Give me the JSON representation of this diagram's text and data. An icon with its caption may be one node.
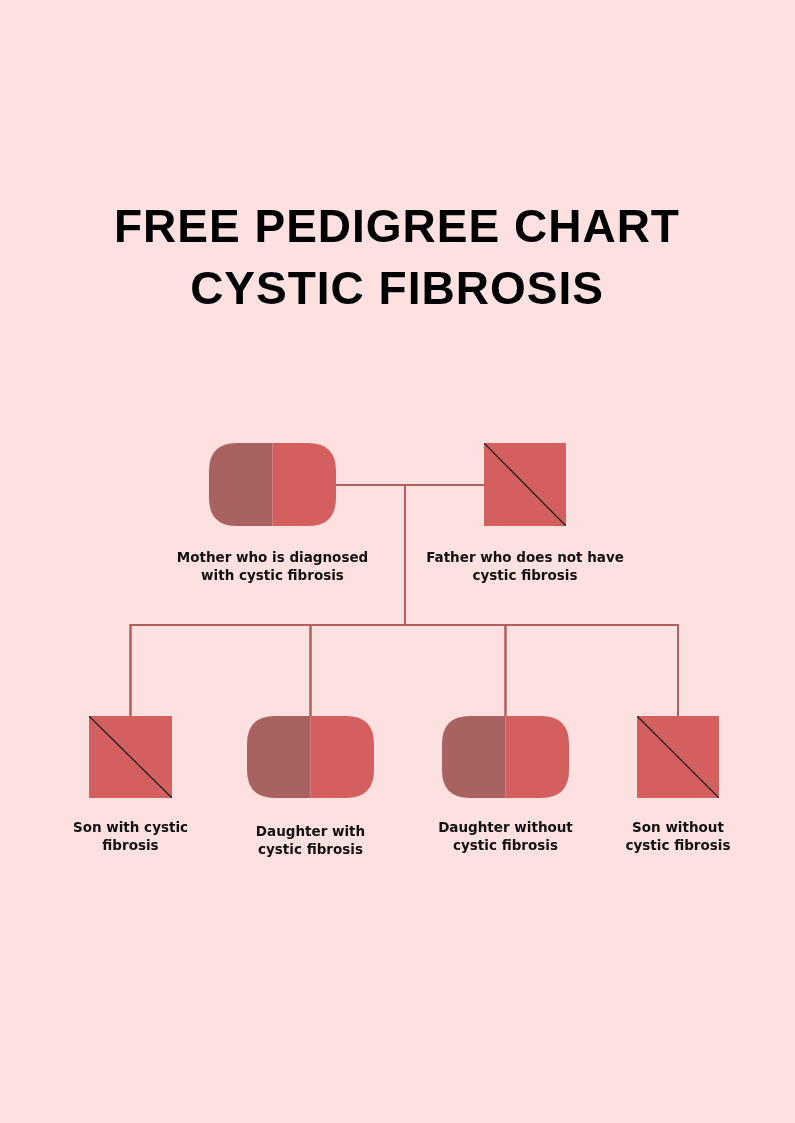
{
  "diagram": {
    "title": "FREE PEDIGREE CHART CYSTIC FIBROSIS",
    "nodes": [
      {
        "text": [
          "Mother who is diagnosed with cystic fibrosis"
        ]
      },
      {
        "text": [
          "Father who does not have cystic fibrosis"
        ]
      },
      {
        "text": [
          "Son with cystic fibrosis"
        ]
      },
      {
        "text": [
          "Daughter with cystic fibrosis"
        ]
      },
      {
        "text": [
          "Daughter without cystic fibrosis"
        ]
      },
      {
        "text": [
          "Son without cystic fibrosis"
        ]
      }
    ],
    "edges": [
      {
        "from": 0,
        "to": 1,
        "arrow": "none"
      },
      {
        "from": 0,
        "to": 2,
        "arrow": "none"
      },
      {
        "from": 0,
        "to": 3,
        "arrow": "none"
      },
      {
        "from": 0,
        "to": 4,
        "arrow": "none"
      },
      {
        "from": 0,
        "to": 5,
        "arrow": "none"
      },
      {
        "from": 1,
        "to": 2,
        "arrow": "none"
      },
      {
        "from": 1,
        "to": 3,
        "arrow": "none"
      },
      {
        "from": 1,
        "to": 4,
        "arrow": "none"
      },
      {
        "from": 1,
        "to": 5,
        "arrow": "none"
      }
    ]
  }
}
